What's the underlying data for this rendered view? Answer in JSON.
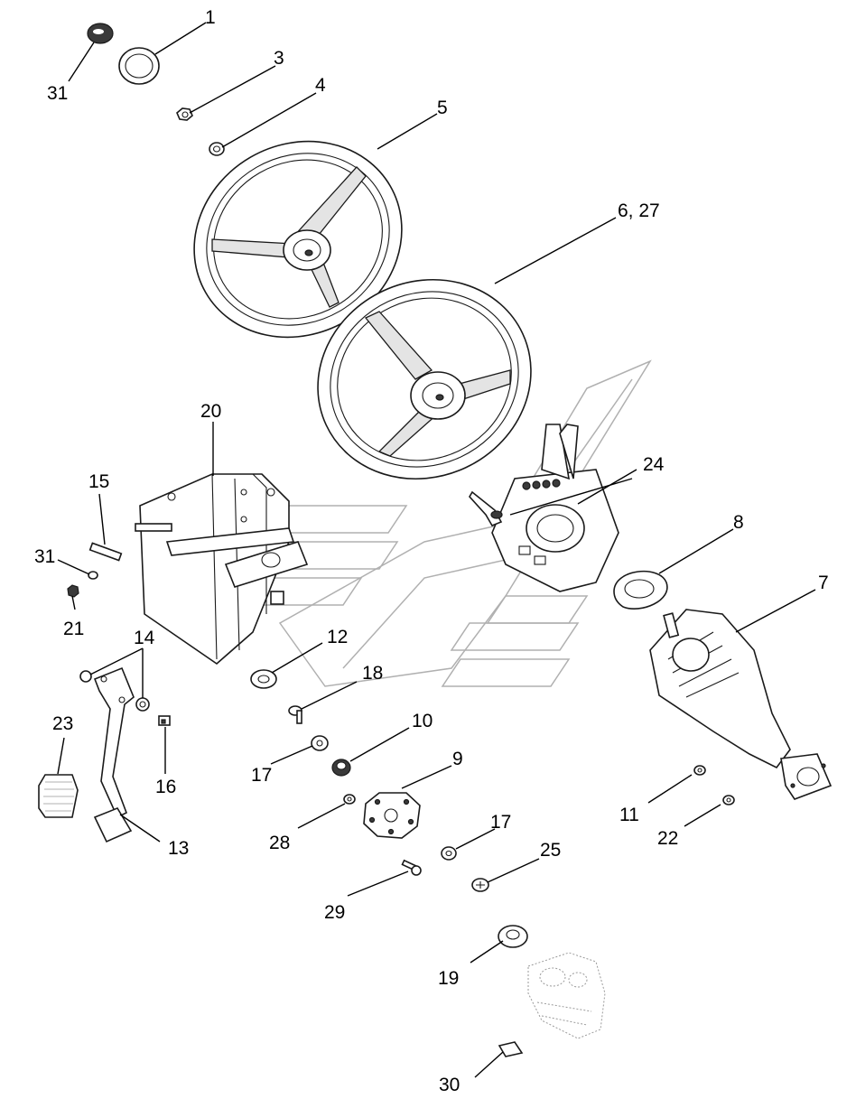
{
  "callouts": {
    "c1": "1",
    "c3": "3",
    "c4": "4",
    "c5": "5",
    "c6_27": "6, 27",
    "c7": "7",
    "c8": "8",
    "c9": "9",
    "c10": "10",
    "c11": "11",
    "c12": "12",
    "c13": "13",
    "c14": "14",
    "c15": "15",
    "c16": "16",
    "c17a": "17",
    "c17b": "17",
    "c18": "18",
    "c19": "19",
    "c20": "20",
    "c21": "21",
    "c22": "22",
    "c23": "23",
    "c24": "24",
    "c25": "25",
    "c28": "28",
    "c29": "29",
    "c30": "30",
    "c31a": "31",
    "c31b": "31"
  },
  "colors": {
    "line": "#1a1a1a",
    "watermark": "#b0b0b0",
    "background": "#ffffff"
  }
}
